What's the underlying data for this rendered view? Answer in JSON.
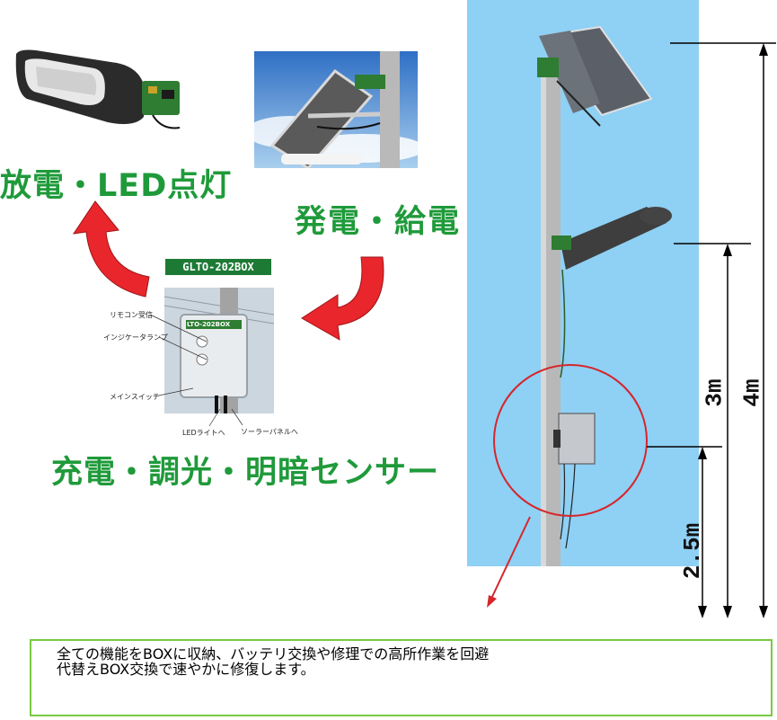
{
  "labels": {
    "discharge": "放電・LED点灯",
    "generation": "発電・給電",
    "box_functions": "充電・調光・明暗センサー"
  },
  "box_photo": {
    "model_tag": "GLTO-202BOX",
    "box_face_label": "LTO-202BOX",
    "callouts": {
      "remote_receiver": "リモコン受信",
      "indicator_lamp": "インジケータランプ",
      "main_switch": "メインスイッチ",
      "to_led_light": "LEDライトへ",
      "to_solar_panel": "ソーラーパネルへ"
    }
  },
  "dimensions": {
    "panel_height": "4m",
    "light_height": "3m",
    "box_height": "2.5m"
  },
  "note": {
    "line1": "全ての機能をBOXに収納、バッテリ交換や修理での高所作業を回避",
    "line2": "代替えBOX交換で速やかに修復します。"
  },
  "colors": {
    "title_green": "#1f9a3a",
    "arrow_red": "#e8262b",
    "sky_blue": "#8fd0f5",
    "note_border": "#7ac943"
  }
}
